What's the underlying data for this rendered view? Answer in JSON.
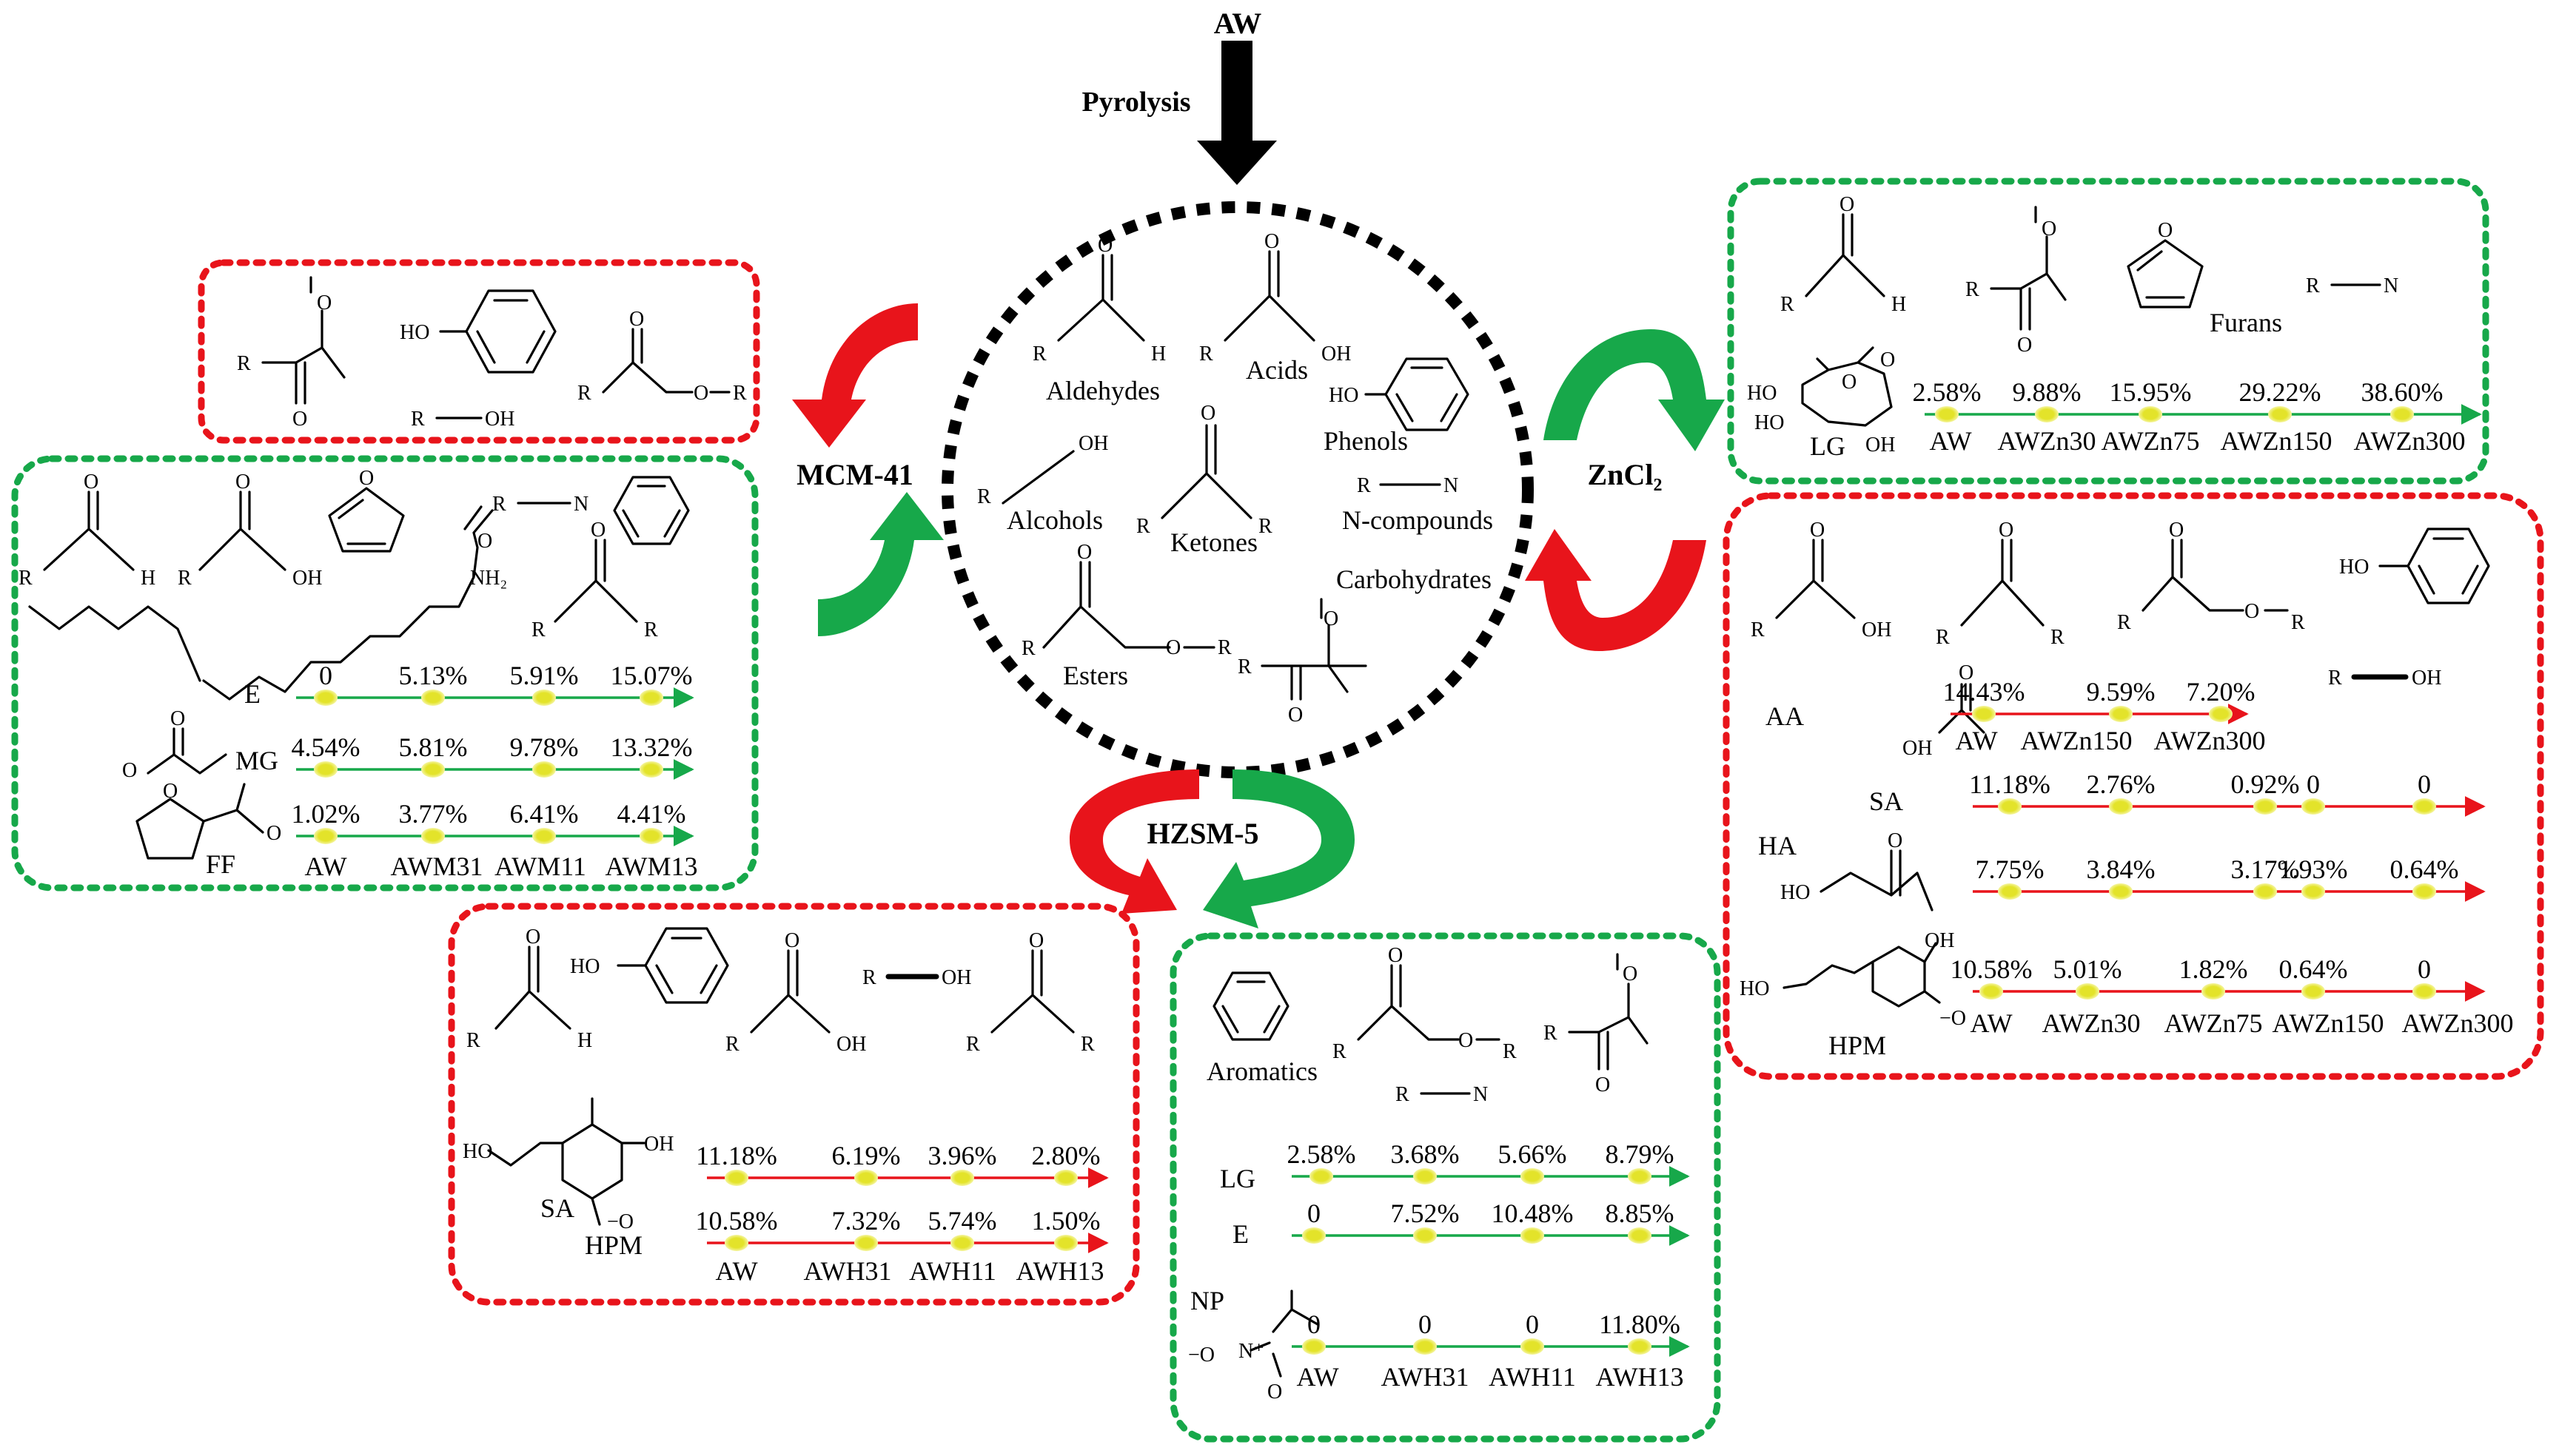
{
  "feedstock": "AW",
  "process": "Pyrolysis",
  "catalysts": {
    "mcm": "MCM-41",
    "zn": "ZnCl₂",
    "hzsm": "HZSM-5"
  },
  "center_products": [
    "Aldehydes",
    "Acids",
    "Phenols",
    "Alcohols",
    "Ketones",
    "N-compounds",
    "Esters",
    "Carbohydrates"
  ],
  "atoms": {
    "O": "O",
    "R": "R",
    "H": "H",
    "OH": "OH",
    "HO": "HO",
    "N": "N",
    "NH2": "NH₂",
    "O_minus": "−O",
    "N_plus": "N⁺",
    "HO_minus": "−O"
  },
  "colors": {
    "increase": "#17a84a",
    "decrease": "#e8141b",
    "dot": "#e3e32a",
    "dot_glow": "#f5f5a0"
  },
  "panels": {
    "mcm_green": {
      "x_labels": [
        "AW",
        "AWM31",
        "AWM11",
        "AWM13"
      ],
      "rows": [
        {
          "compound": "E",
          "values": [
            "0",
            "5.13%",
            "5.91%",
            "15.07%"
          ],
          "trend": "increase"
        },
        {
          "compound": "MG",
          "values": [
            "4.54%",
            "5.81%",
            "9.78%",
            "13.32%"
          ],
          "trend": "increase"
        },
        {
          "compound": "FF",
          "values": [
            "1.02%",
            "3.77%",
            "6.41%",
            "4.41%"
          ],
          "trend": "increase"
        }
      ]
    },
    "zn_green": {
      "furans_label": "Furans",
      "x_labels": [
        "AW",
        "AWZn30",
        "AWZn75",
        "AWZn150",
        "AWZn300"
      ],
      "rows": [
        {
          "compound": "LG",
          "values": [
            "2.58%",
            "9.88%",
            "15.95%",
            "29.22%",
            "38.60%"
          ],
          "trend": "increase"
        }
      ]
    },
    "zn_red": {
      "x_labels": [
        "AW",
        "AWZn30",
        "AWZn75",
        "AWZn150",
        "AWZn300"
      ],
      "aa_x_labels": [
        "AW",
        "AWZn150",
        "AWZn300"
      ],
      "rows": [
        {
          "compound": "AA",
          "values": [
            "14.43%",
            "9.59%",
            "7.20%"
          ],
          "trend": "decrease"
        },
        {
          "compound": "SA",
          "values": [
            "11.18%",
            "2.76%",
            "0.92%",
            "0",
            "0"
          ],
          "trend": "decrease"
        },
        {
          "compound": "HA",
          "values": [
            "7.75%",
            "3.84%",
            "3.17%",
            "1.93%",
            "0.64%"
          ],
          "trend": "decrease"
        },
        {
          "compound": "HPM",
          "values": [
            "10.58%",
            "5.01%",
            "1.82%",
            "0.64%",
            "0"
          ],
          "trend": "decrease"
        }
      ]
    },
    "hzsm_red": {
      "x_labels": [
        "AW",
        "AWH31",
        "AWH11",
        "AWH13"
      ],
      "rows": [
        {
          "compound": "SA",
          "values": [
            "11.18%",
            "6.19%",
            "3.96%",
            "2.80%"
          ],
          "trend": "decrease"
        },
        {
          "compound": "HPM",
          "values": [
            "10.58%",
            "7.32%",
            "5.74%",
            "1.50%"
          ],
          "trend": "decrease"
        }
      ]
    },
    "hzsm_green": {
      "aromatics_label": "Aromatics",
      "x_labels": [
        "AW",
        "AWH31",
        "AWH11",
        "AWH13"
      ],
      "rows": [
        {
          "compound": "LG",
          "values": [
            "2.58%",
            "3.68%",
            "5.66%",
            "8.79%"
          ],
          "trend": "increase"
        },
        {
          "compound": "E",
          "values": [
            "0",
            "7.52%",
            "10.48%",
            "8.85%"
          ],
          "trend": "increase"
        },
        {
          "compound": "NP",
          "values": [
            "0",
            "0",
            "0",
            "11.80%"
          ],
          "trend": "increase"
        }
      ]
    }
  }
}
